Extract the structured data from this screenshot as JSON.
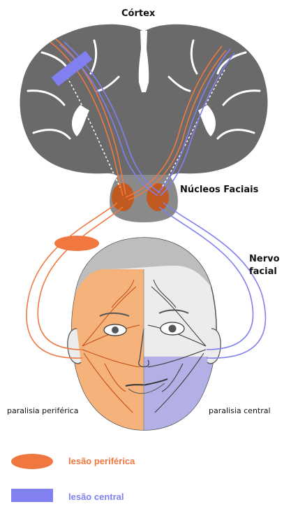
{
  "labels": {
    "cortex": "Córtex",
    "nuclei": "Núcleos Faciais",
    "nerve_line1": "Nervo",
    "nerve_line2": "facial",
    "peripheral_palsy": "paralisia periférica",
    "central_palsy": "paralisia central"
  },
  "legend": {
    "peripheral_lesion": "lesão periférica",
    "central_lesion": "lesão central"
  },
  "colors": {
    "peripheral": "#f07840",
    "central": "#8080f0",
    "brain": "#6a6a6a",
    "face_orange_tint": "#f5b27a",
    "face_blue_tint": "#b3b0e6"
  }
}
